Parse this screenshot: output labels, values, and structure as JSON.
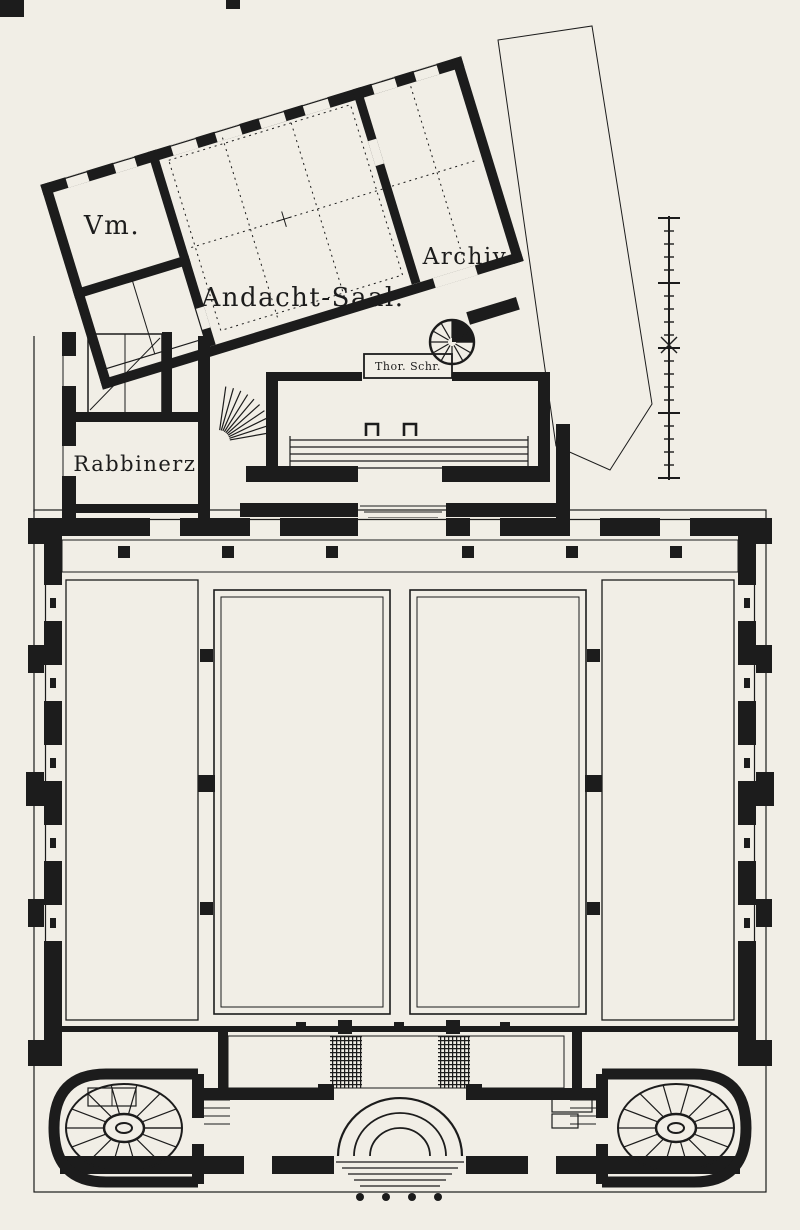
{
  "plan": {
    "labels": {
      "vm": "Vm.",
      "andacht_saal": "Andacht-Saal.",
      "archiv": "Archiv.",
      "rabbinerz": "Rabbinerz.",
      "thora_shrine": "Thor. Schr."
    }
  },
  "colors": {
    "paper": "#f1eee6",
    "ink": "#1c1c1c"
  }
}
